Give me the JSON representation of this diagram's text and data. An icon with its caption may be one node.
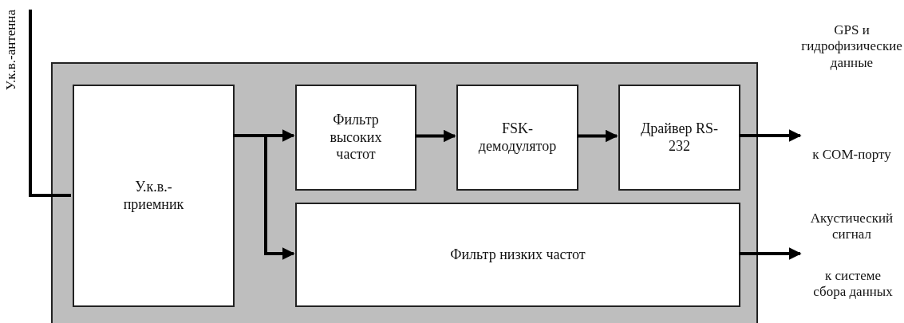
{
  "diagram": {
    "nodes": [
      {
        "text": [],
        "shape": "box"
      },
      {
        "text": [
          "У.к.в.- приемник"
        ],
        "in": 0
      },
      {
        "text": [
          "Фильтр высоких частот"
        ],
        "in": 0
      },
      {
        "text": [
          "FSK- демодулятор"
        ],
        "in": 0
      },
      {
        "text": [
          "Драйвер RS-232"
        ],
        "in": 0
      },
      {
        "text": [
          "Фильтр низких частот"
        ],
        "in": 0
      },
      {
        "text": [
          "У.к.в.-антенна"
        ]
      }
    ],
    "edges": [
      {
        "from": 6,
        "to": 1,
        "arrow": "none"
      },
      {
        "from": 1,
        "to": 2,
        "arrow": "to"
      },
      {
        "from": 1,
        "to": 5,
        "arrow": "to"
      },
      {
        "from": 2,
        "to": 3,
        "arrow": "to"
      },
      {
        "from": 3,
        "to": 4,
        "arrow": "to"
      },
      {
        "from": 4,
        "to": null,
        "arrow": "to"
      },
      {
        "from": 5,
        "to": null,
        "arrow": "to"
      }
    ],
    "labels": [
      "GPS и гидрофизические данные",
      "к COM-порту",
      "Акустический сигнал",
      "к системе сбора данных"
    ]
  }
}
